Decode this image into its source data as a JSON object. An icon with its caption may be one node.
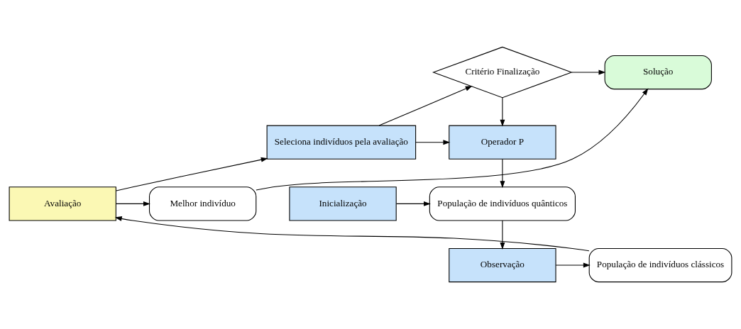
{
  "diagram": {
    "nodes": [
      {
        "text": [
          "Critério Finalização"
        ]
      },
      {
        "text": [
          "Solução"
        ]
      },
      {
        "text": [
          "Operador P"
        ]
      },
      {
        "text": [
          "Seleciona indivíduos pela avaliação"
        ]
      },
      {
        "text": [
          "Inicialização"
        ]
      },
      {
        "text": [
          "População de indivíduos quânticos"
        ]
      },
      {
        "text": [
          "Avaliação"
        ]
      },
      {
        "text": [
          "Melhor indivíduo"
        ]
      },
      {
        "text": [
          "Observação"
        ]
      },
      {
        "text": [
          "População de indivíduos clássicos"
        ]
      }
    ],
    "edges": [
      {
        "from": 4,
        "to": 5,
        "arrow": "to"
      },
      {
        "from": 5,
        "to": 8,
        "arrow": "to"
      },
      {
        "from": 8,
        "to": 9,
        "arrow": "to"
      },
      {
        "from": 9,
        "to": 6,
        "arrow": "to"
      },
      {
        "from": 6,
        "to": 3,
        "arrow": "to"
      },
      {
        "from": 3,
        "to": 0,
        "arrow": "to"
      },
      {
        "from": 0,
        "to": 2,
        "arrow": "to"
      },
      {
        "from": 0,
        "to": 1,
        "arrow": "to"
      },
      {
        "from": 3,
        "to": 2,
        "arrow": "to"
      },
      {
        "from": 2,
        "to": 5,
        "arrow": "to"
      },
      {
        "from": 6,
        "to": 7,
        "arrow": "to"
      },
      {
        "from": 7,
        "to": 1,
        "arrow": "to"
      }
    ]
  }
}
